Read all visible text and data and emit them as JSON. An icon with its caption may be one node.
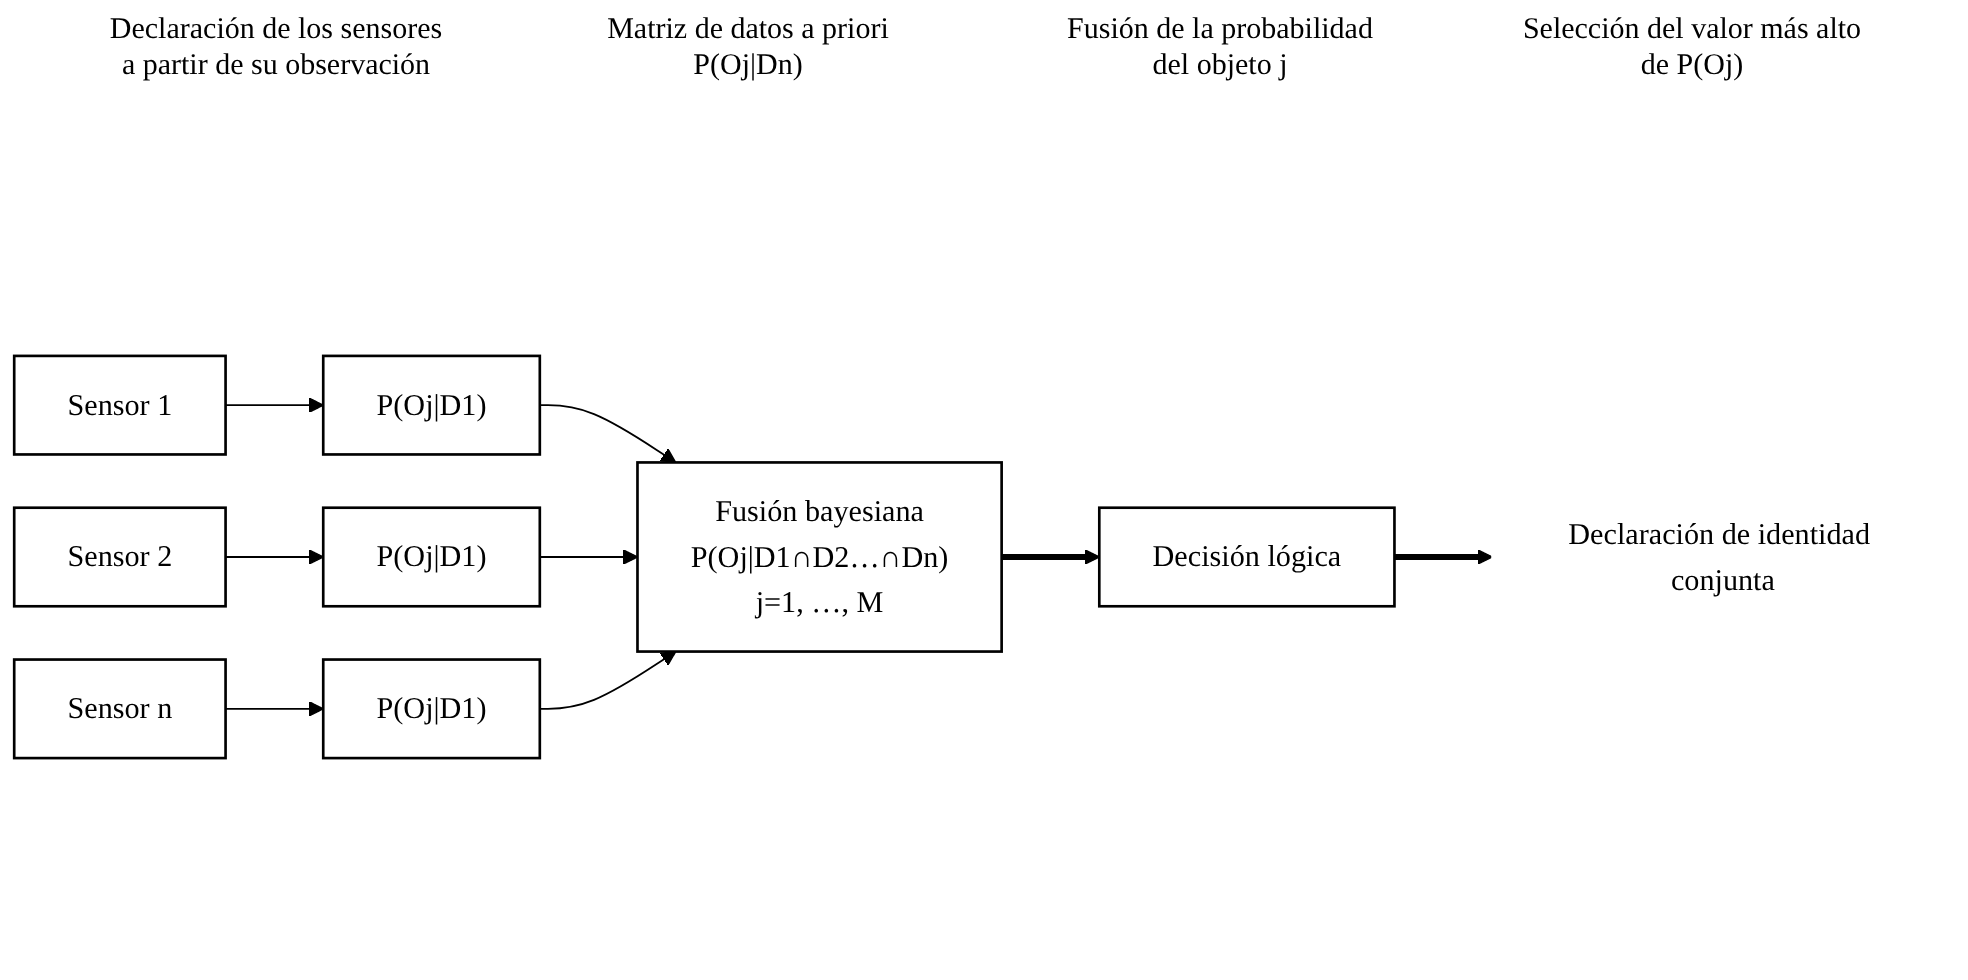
{
  "diagram": {
    "nodes": [
      {
        "text": [
          "Sensor 1"
        ]
      },
      {
        "text": [
          "P(Oj|D1)"
        ]
      },
      {
        "text": [
          "Sensor 2"
        ]
      },
      {
        "text": [
          "P(Oj|D1)"
        ]
      },
      {
        "text": [
          "Sensor n"
        ]
      },
      {
        "text": [
          "P(Oj|D1)"
        ]
      },
      {
        "text": [
          "Fusión bayesiana",
          "P(Oj|D1∩D2…∩Dn)",
          "j=1, …, M"
        ]
      },
      {
        "text": [
          "Decisión lógica"
        ]
      },
      {
        "text": [
          "Declaración de identidad conjunta"
        ]
      }
    ],
    "edges": [
      {
        "from": 0,
        "to": 1,
        "arrow": "to"
      },
      {
        "from": 2,
        "to": 3,
        "arrow": "to"
      },
      {
        "from": 4,
        "to": 5,
        "arrow": "to"
      },
      {
        "from": 1,
        "to": 6,
        "arrow": "to"
      },
      {
        "from": 3,
        "to": 6,
        "arrow": "to"
      },
      {
        "from": 5,
        "to": 6,
        "arrow": "to"
      },
      {
        "from": 6,
        "to": 7,
        "arrow": "to",
        "style": "thick"
      },
      {
        "from": 7,
        "to": 8,
        "arrow": "to",
        "style": "thick"
      }
    ],
    "labels": [
      "Declaración de los sensores a partir de su observación",
      "Matriz de datos a priori P(Oj|Dn)",
      "Fusión de la probabilidad del objeto j",
      "Selección del valor más alto de P(Oj)"
    ]
  }
}
